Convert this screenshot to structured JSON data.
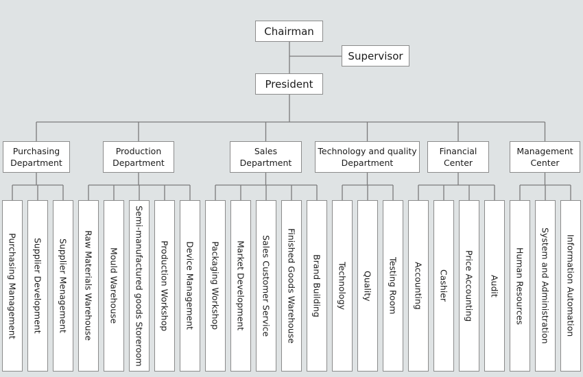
{
  "chairman": "Chairman",
  "supervisor": "Supervisor",
  "president": "President",
  "departments": [
    {
      "name": "Purchasing\nDepartment",
      "units": [
        "Purchasing Management",
        "Supplier Development",
        "Supplier Menagement"
      ]
    },
    {
      "name": "Production\nDepartment",
      "units": [
        "Raw Materials Warehouse",
        "Mould Warehouse",
        "Semi-manufactured goods Storeroom",
        "Production Workshop",
        "Device Management"
      ]
    },
    {
      "name": "Sales\nDepartment",
      "units": [
        "Packaging Workshop",
        "Market Development",
        "Sales Customer Service",
        "Finished Goods Warehouse",
        "Brand Building"
      ]
    },
    {
      "name": "Technology and quality\nDepartment",
      "units": [
        "Technology",
        "Quality",
        "Testing Room"
      ]
    },
    {
      "name": "Financial\nCenter",
      "units": [
        "Accounting",
        "Cashier",
        "Price Accounting",
        "Audit"
      ]
    },
    {
      "name": "Management\nCenter",
      "units": [
        "Human Resources",
        "System and Administration",
        "Information Automation"
      ]
    }
  ],
  "colors": {
    "background": "#dfe3e4",
    "box_fill": "#ffffff",
    "box_border": "#8a8a8a",
    "connector": "#7a7a7a"
  }
}
